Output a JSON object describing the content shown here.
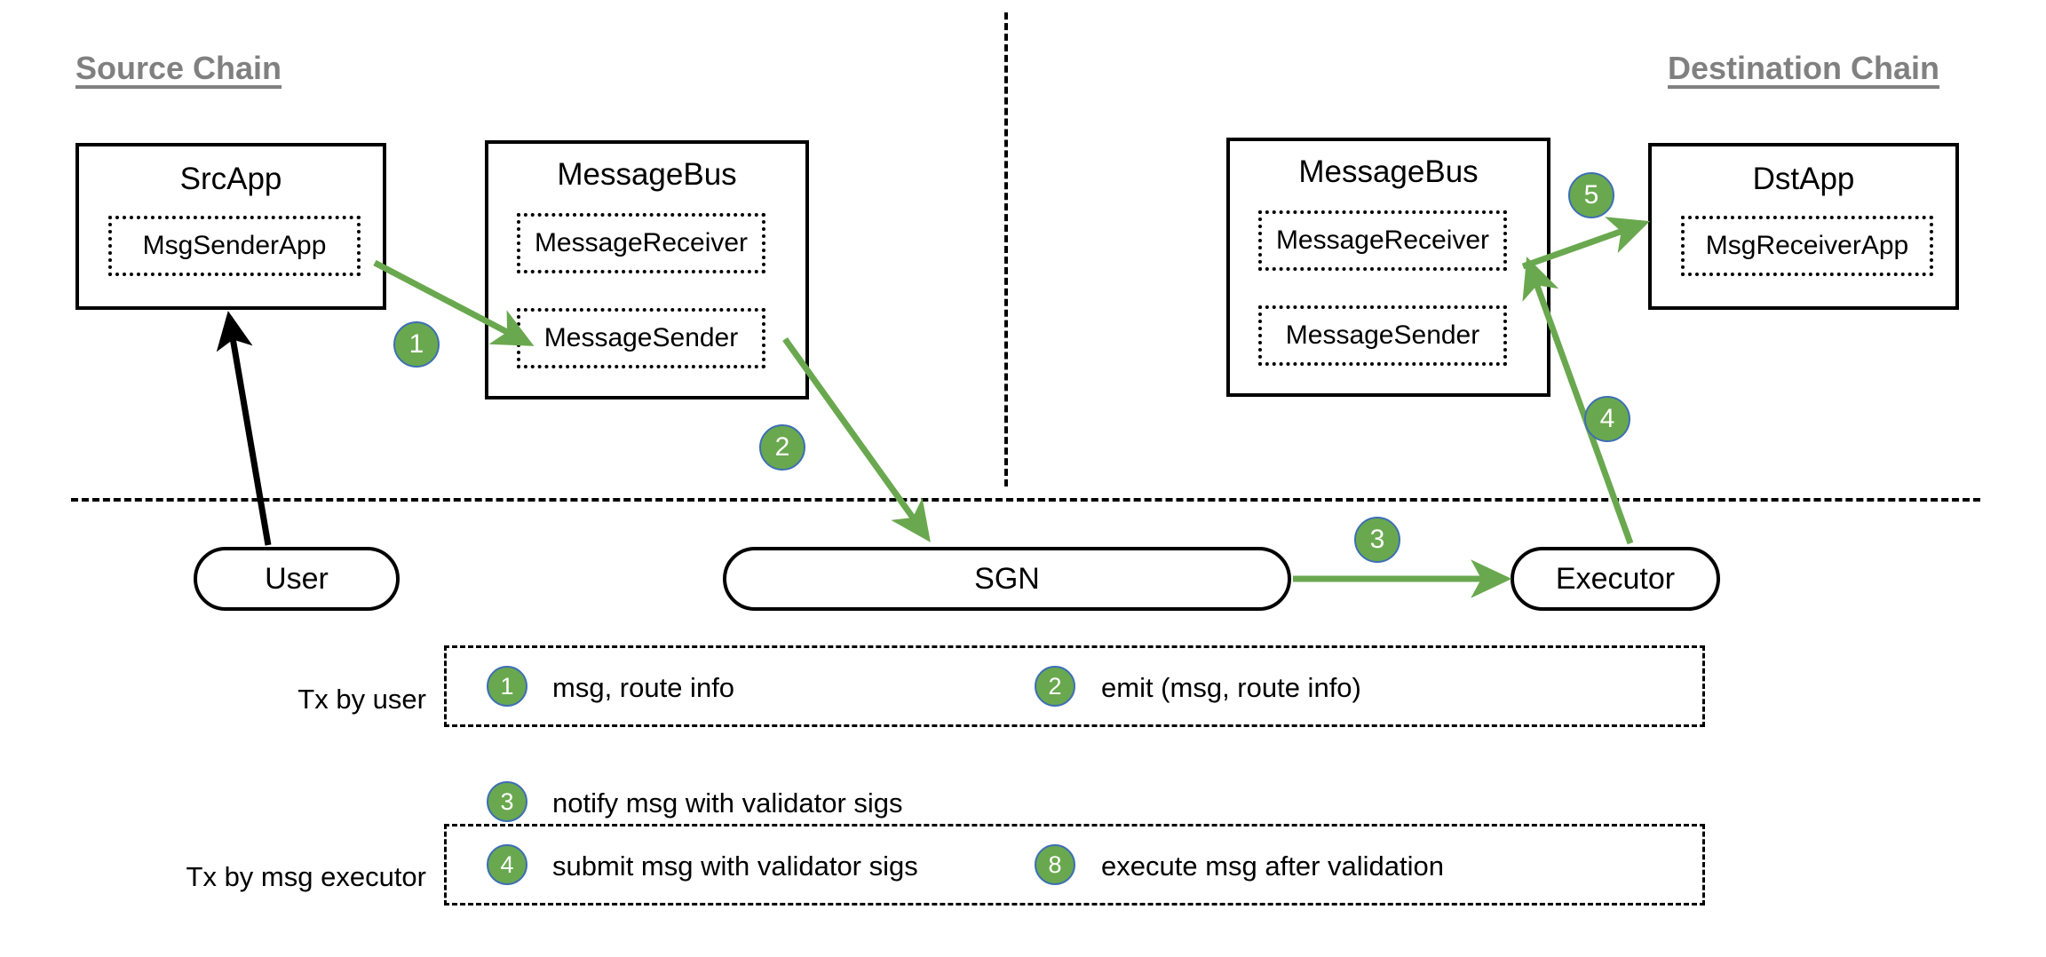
{
  "colors": {
    "arrow_green": "#6aa84f",
    "badge_fill": "#6aa84f",
    "badge_stroke": "#3d6fb4",
    "header_grey": "#808080",
    "line_black": "#000000"
  },
  "headers": {
    "source_chain": "Source Chain",
    "destination_chain": "Destination Chain"
  },
  "nodes": {
    "src_app": {
      "title": "SrcApp",
      "inner": "MsgSenderApp"
    },
    "message_bus_src": {
      "title": "MessageBus",
      "inner_receiver": "MessageReceiver",
      "inner_sender": "MessageSender"
    },
    "message_bus_dst": {
      "title": "MessageBus",
      "inner_receiver": "MessageReceiver",
      "inner_sender": "MessageSender"
    },
    "dst_app": {
      "title": "DstApp",
      "inner": "MsgReceiverApp"
    },
    "user": "User",
    "sgn": "SGN",
    "executor": "Executor"
  },
  "flow_badges": {
    "step1": "1",
    "step2": "2",
    "step3": "3",
    "step4": "4",
    "step5": "5"
  },
  "legend": {
    "row_user_label": "Tx by user",
    "row_executor_label": "Tx by msg executor",
    "items": [
      {
        "num": "1",
        "text": "msg, route info"
      },
      {
        "num": "2",
        "text": "emit (msg, route info)"
      },
      {
        "num": "3",
        "text": "notify msg with validator sigs"
      },
      {
        "num": "4",
        "text": "submit msg with validator sigs"
      },
      {
        "num": "8",
        "text": "execute msg after validation"
      }
    ]
  }
}
